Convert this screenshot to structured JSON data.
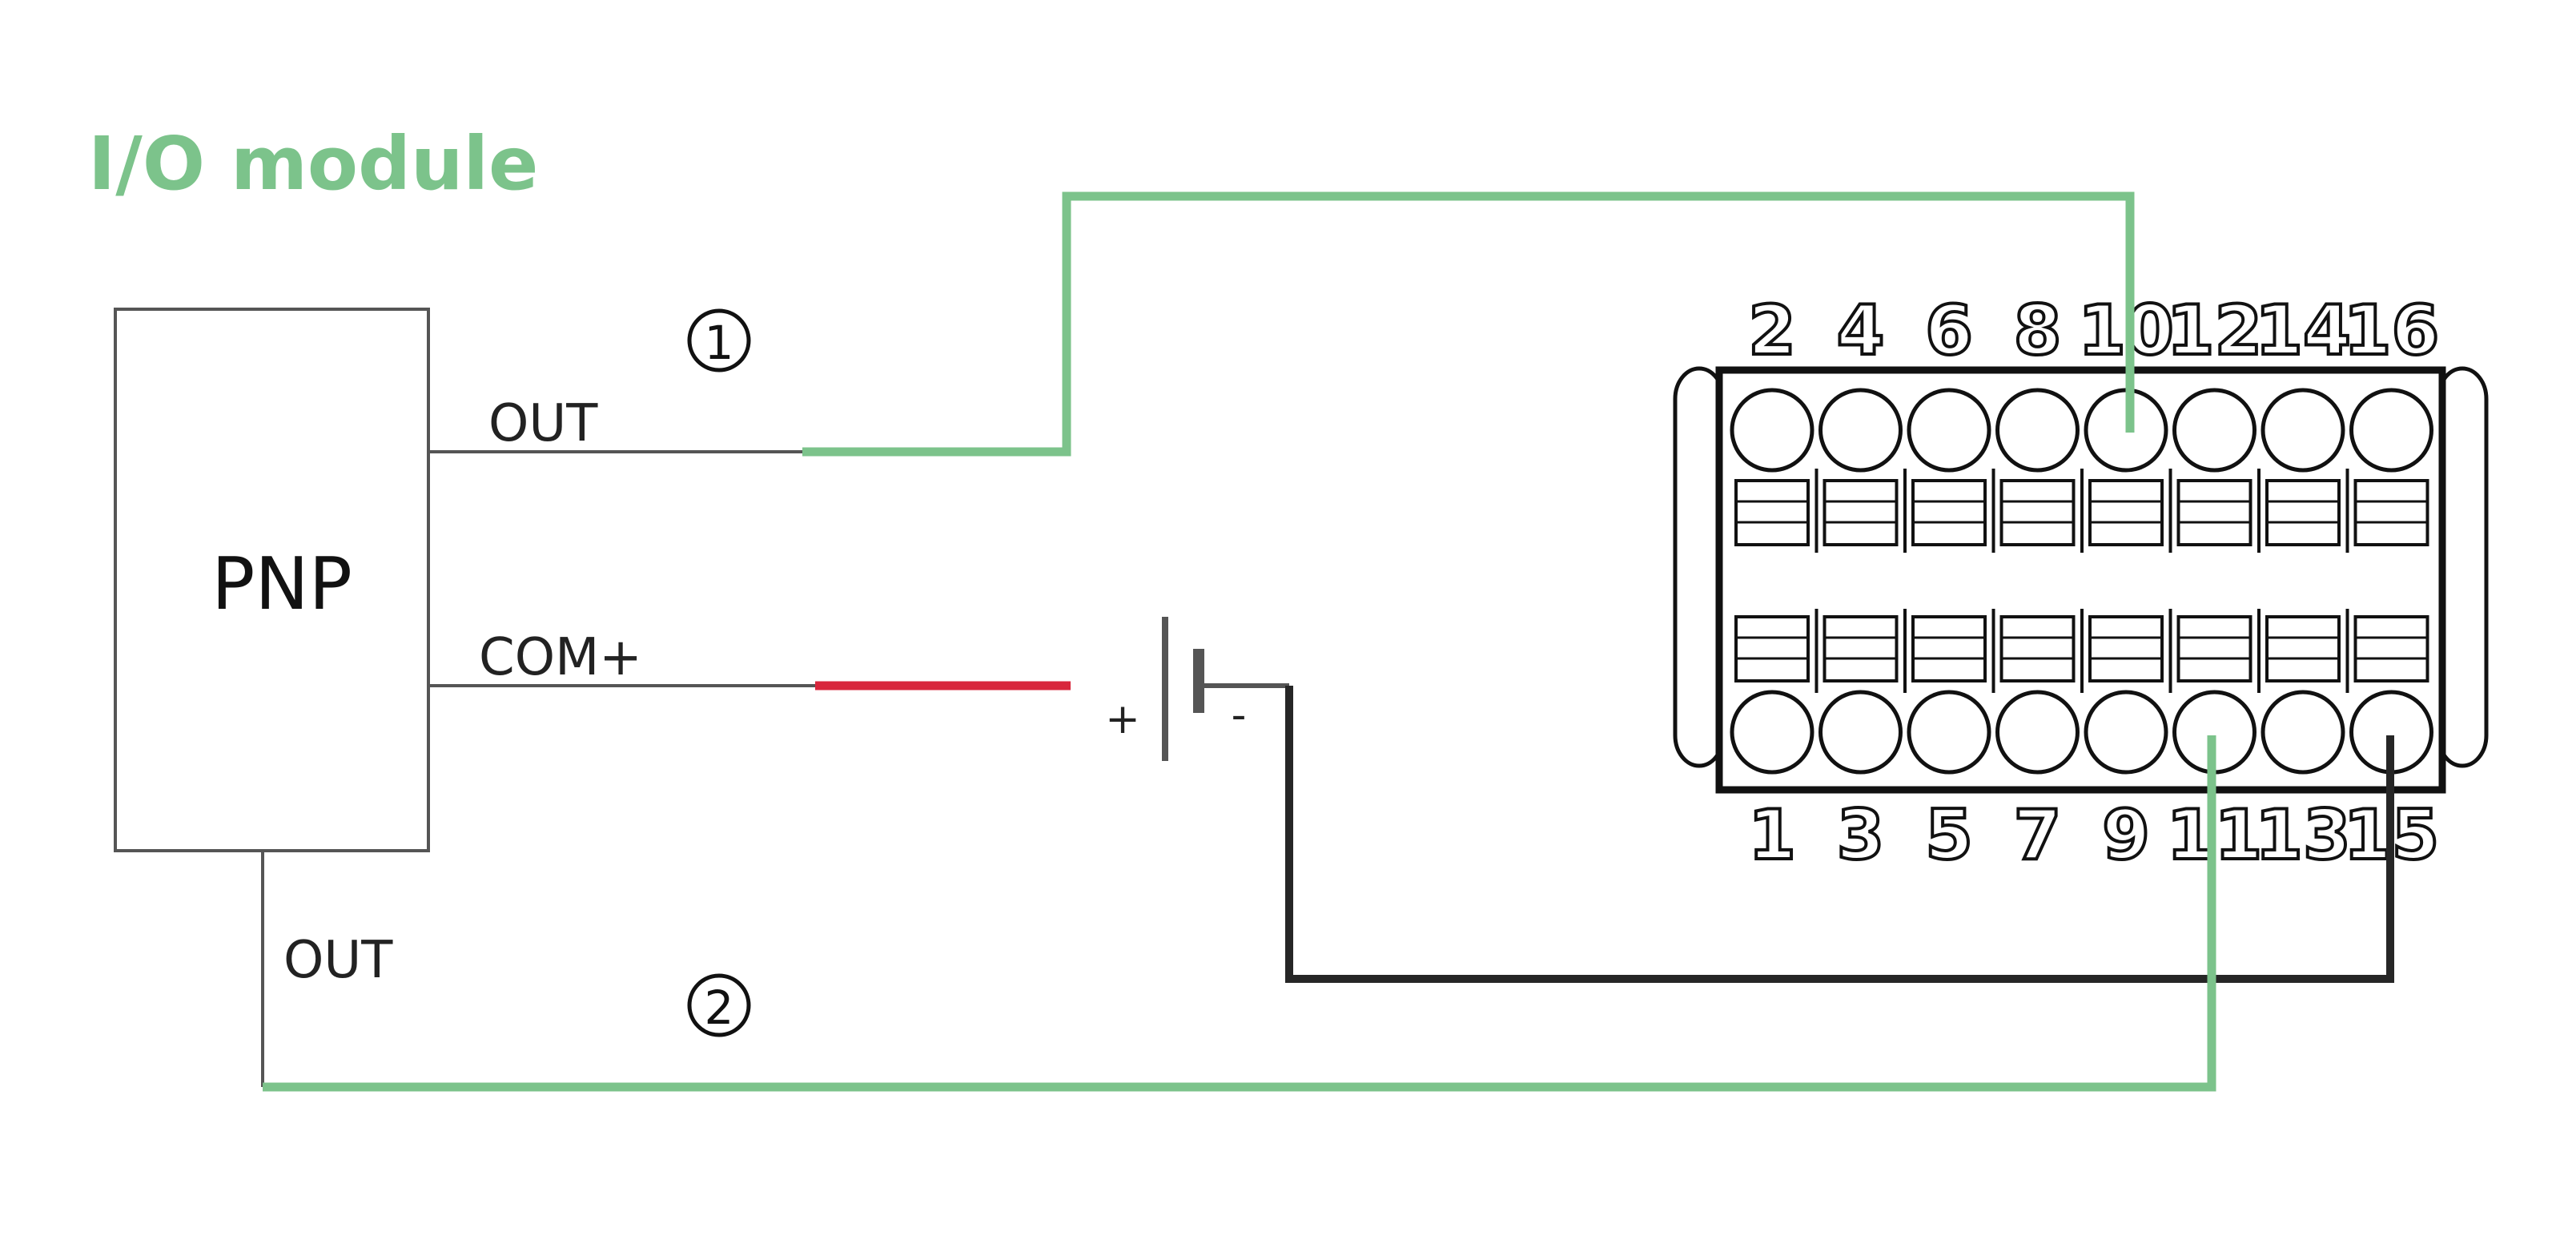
{
  "title": "I/O module",
  "sensor": {
    "label": "PNP",
    "out1_label": "OUT",
    "com_label": "COM+",
    "out2_label": "OUT"
  },
  "markers": {
    "one": "①",
    "two": "②"
  },
  "battery": {
    "plus": "+",
    "minus": "-"
  },
  "terminal_block": {
    "top_pins": [
      "2",
      "4",
      "6",
      "8",
      "10",
      "12",
      "14",
      "16"
    ],
    "bottom_pins": [
      "1",
      "3",
      "5",
      "7",
      "9",
      "11",
      "13",
      "15"
    ]
  },
  "colors": {
    "title_green": "#7cc38b",
    "wire_green": "#7cc38b",
    "wire_red": "#d8263c",
    "wire_black": "#262626",
    "line_gray": "#555555"
  }
}
